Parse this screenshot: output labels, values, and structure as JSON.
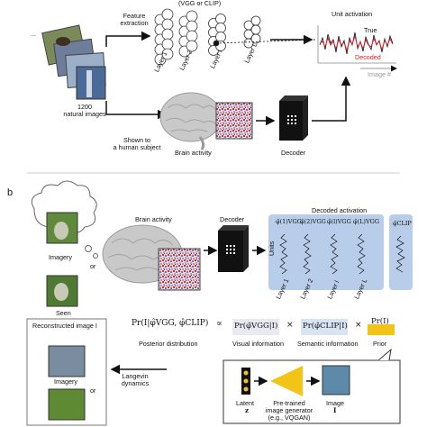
{
  "panel_a": {
    "stack_dots": "...",
    "images_caption": "1200\nnatural images",
    "feature_extraction": "Feature\nextraction",
    "dnn_title": "(VGG or CLIP)",
    "layer_labels": [
      "Layer 1",
      "Layer 2",
      "Layer l",
      "Layer L"
    ],
    "unit_activation": "Unit activation",
    "true_label": "True",
    "decoded_label": "Decoded",
    "image_axis": "Image #",
    "shown_to": "Shown to\na human subject",
    "brain_activity": "Brain activity",
    "decoder": "Decoder",
    "colors": {
      "true": "#111111",
      "decoded": "#d21f2b",
      "axis": "#888888"
    }
  },
  "panel_b": {
    "label": "b",
    "imagery": "Imagery",
    "or1": "or",
    "seen": "Seen",
    "brain_activity": "Brain activity",
    "decoder": "Decoder",
    "decoded_activation": "Decoded activation",
    "units": "Units",
    "phi_vgg": [
      "φ̂(1)VGG",
      "φ̂(2)VGG",
      "φ̂(l)VGG",
      "φ̂(L)VGG"
    ],
    "phi_clip": "φ̂CLIP",
    "layer_labels": [
      "Layer 1",
      "Layer 2",
      "Layer l",
      "Layer L"
    ],
    "reconstructed_title": "Reconstructed image I",
    "imagery2": "Imagery",
    "or2": "or",
    "posterior_formula": "Pr(I|φ̂VGG, φ̂CLIP)",
    "posterior_label": "Posterior distribution",
    "proportional": "∝",
    "visual_formula": "Pr(φ̂VGG|I)",
    "times1": "×",
    "semantic_formula": "Pr(φ̂CLIP|I)",
    "times2": "×",
    "prior_formula": "Pr(I)",
    "visual_info": "Visual information",
    "semantic_info": "Semantic information",
    "prior": "Prior",
    "langevin": "Langevin\ndynamics",
    "latent": "Latent",
    "latent_sym": "z",
    "generator": "Pre-trained\nimage generator\n(e.g., VQGAN)",
    "image_label": "Image",
    "image_sym": "I",
    "colors": {
      "visual": "#e9e9f3",
      "semantic": "#d8e3f3",
      "prior": "#f2c418",
      "panel_blue": "#b8cdea"
    }
  }
}
